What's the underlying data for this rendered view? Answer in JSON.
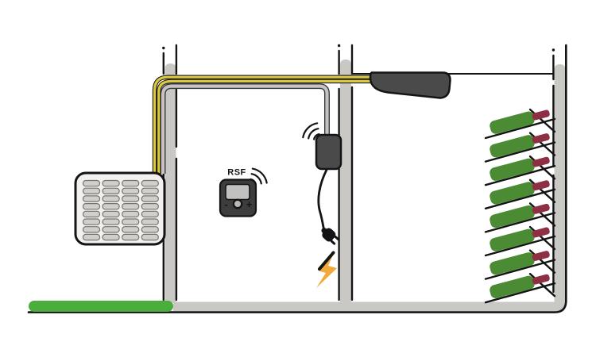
{
  "diagram": {
    "thermostat": {
      "label": "RSF",
      "minus_label": "-",
      "plus_label": "+",
      "signal_icon": "wifi-arcs",
      "arc_count": 3
    },
    "receiver": {
      "signal_icon": "wifi-arcs",
      "arc_count": 3
    },
    "icons": {
      "power": "power-plug",
      "electricity": "lightning-bolt"
    },
    "outdoor_unit": {
      "grille_rows": 8,
      "grille_columns": 4
    },
    "wine_rack": {
      "bottle_count": 8
    },
    "colors": {
      "wall": "#cac8c5",
      "floor": "#cac8c5",
      "grass": "#4aad3c",
      "cable_yellow": "#ddc93f",
      "pipe_dark": "#3a3a3a",
      "pipe_light": "#c6c4c2",
      "dark_unit": "#4a4a4a",
      "thermostat_body": "#3d3d3d",
      "thermostat_screen": "#c2c1bf",
      "knob_gray": "#b9b8b6",
      "outdoor_body": "#f2f1ef",
      "grille_slat": "#d0cfcc",
      "grille_slat_border": "#76746f",
      "bottle_green": "#4b8b34",
      "bottle_neck": "#8e2f44",
      "bolt_orange": "#f2a93b",
      "line_black": "#141414"
    }
  }
}
